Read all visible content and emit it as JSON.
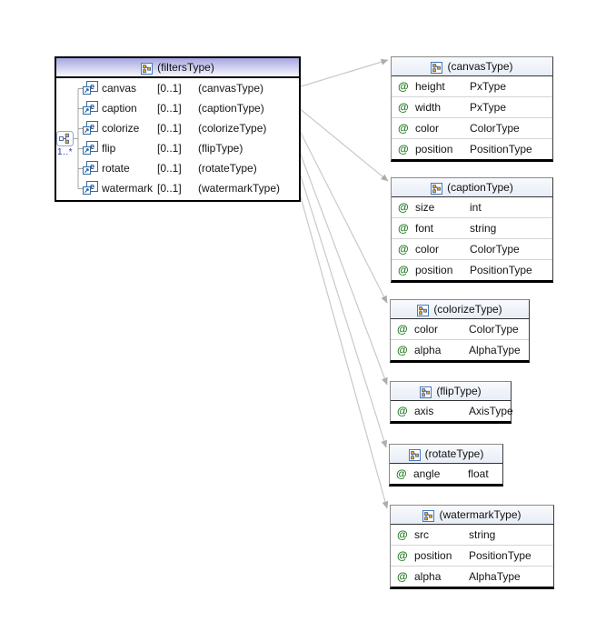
{
  "filters_box": {
    "title": "(filtersType)",
    "occurrence": "1..*",
    "elements": [
      {
        "name": "canvas",
        "cardinality": "[0..1]",
        "type": "(canvasType)"
      },
      {
        "name": "caption",
        "cardinality": "[0..1]",
        "type": "(captionType)"
      },
      {
        "name": "colorize",
        "cardinality": "[0..1]",
        "type": "(colorizeType)"
      },
      {
        "name": "flip",
        "cardinality": "[0..1]",
        "type": "(flipType)"
      },
      {
        "name": "rotate",
        "cardinality": "[0..1]",
        "type": "(rotateType)"
      },
      {
        "name": "watermark",
        "cardinality": "[0..1]",
        "type": "(watermarkType)"
      }
    ]
  },
  "type_boxes": [
    {
      "title": "(canvasType)",
      "attributes": [
        {
          "name": "height",
          "type": "PxType"
        },
        {
          "name": "width",
          "type": "PxType"
        },
        {
          "name": "color",
          "type": "ColorType"
        },
        {
          "name": "position",
          "type": "PositionType"
        }
      ]
    },
    {
      "title": "(captionType)",
      "attributes": [
        {
          "name": "size",
          "type": "int"
        },
        {
          "name": "font",
          "type": "string"
        },
        {
          "name": "color",
          "type": "ColorType"
        },
        {
          "name": "position",
          "type": "PositionType"
        }
      ]
    },
    {
      "title": "(colorizeType)",
      "attributes": [
        {
          "name": "color",
          "type": "ColorType"
        },
        {
          "name": "alpha",
          "type": "AlphaType"
        }
      ]
    },
    {
      "title": "(flipType)",
      "attributes": [
        {
          "name": "axis",
          "type": "AxisType"
        }
      ]
    },
    {
      "title": "(rotateType)",
      "attributes": [
        {
          "name": "angle",
          "type": "float"
        }
      ]
    },
    {
      "title": "(watermarkType)",
      "attributes": [
        {
          "name": "src",
          "type": "string"
        },
        {
          "name": "position",
          "type": "PositionType"
        },
        {
          "name": "alpha",
          "type": "AlphaType"
        }
      ]
    }
  ],
  "icons": {
    "attribute": "@"
  },
  "colors": {
    "filters_header_top": "#a7a7e1",
    "filters_header_bottom": "#f7f7fd",
    "type_header_top": "#f8fafd",
    "type_header_bottom": "#e8edf6",
    "connector_line": "#c9c9c9",
    "connector_arrow": "#adadad",
    "attribute_icon_green": "#1f7a1f",
    "occurrence_blue": "#2a2ad0",
    "box_border": "#000000"
  }
}
